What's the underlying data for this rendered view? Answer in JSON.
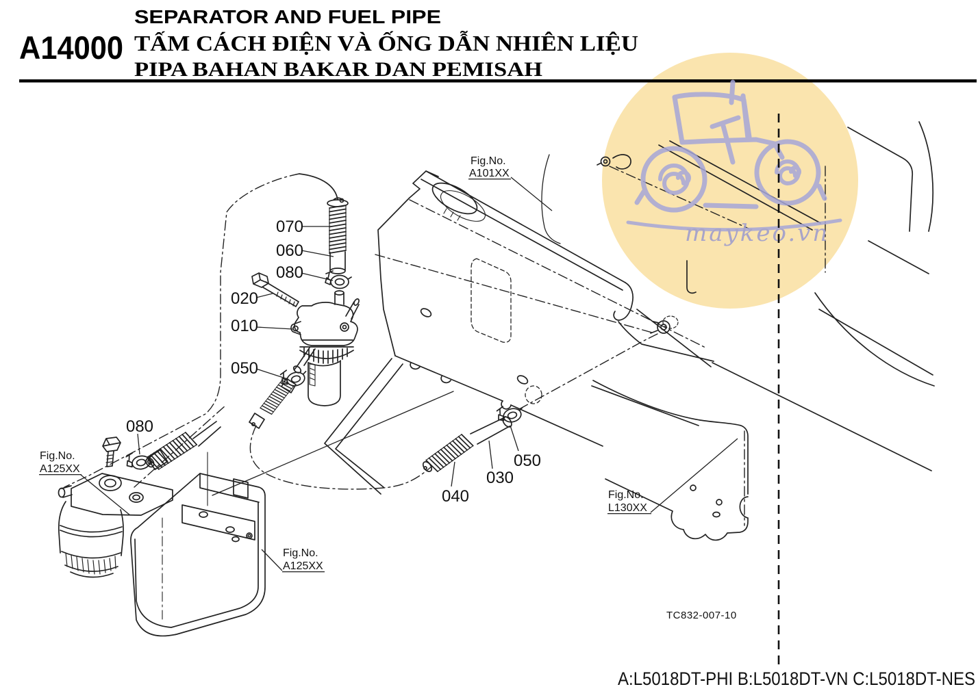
{
  "header": {
    "code": "A14000",
    "title_en": "SEPARATOR AND FUEL PIPE",
    "title_vi": "TẤM CÁCH ĐIỆN VÀ ỐNG DẪN NHIÊN LIỆU",
    "title_id": "PIPA BAHAN BAKAR DAN PEMISAH"
  },
  "diagram": {
    "part_labels": [
      {
        "text": "070"
      },
      {
        "text": "060"
      },
      {
        "text": "080"
      },
      {
        "text": "020"
      },
      {
        "text": "010"
      },
      {
        "text": "050"
      },
      {
        "text": "080"
      },
      {
        "text": "040"
      },
      {
        "text": "030"
      },
      {
        "text": "050"
      }
    ],
    "fig_refs": [
      {
        "label": "Fig.No.",
        "code": "A101XX"
      },
      {
        "label": "Fig.No.",
        "code": "A125XX"
      },
      {
        "label": "Fig.No.",
        "code": "A125XX"
      },
      {
        "label": "Fig.No.",
        "code": "L130XX"
      }
    ],
    "drawing_no": "TC832-007-10"
  },
  "watermark": {
    "text": "maykeo.vn",
    "circle_color": "#fae4ae",
    "line_color": "#a6a6d8",
    "text_color": "#9a9ace"
  },
  "footer": {
    "models": "A:L5018DT-PHI B:L5018DT-VN C:L5018DT-NES"
  }
}
